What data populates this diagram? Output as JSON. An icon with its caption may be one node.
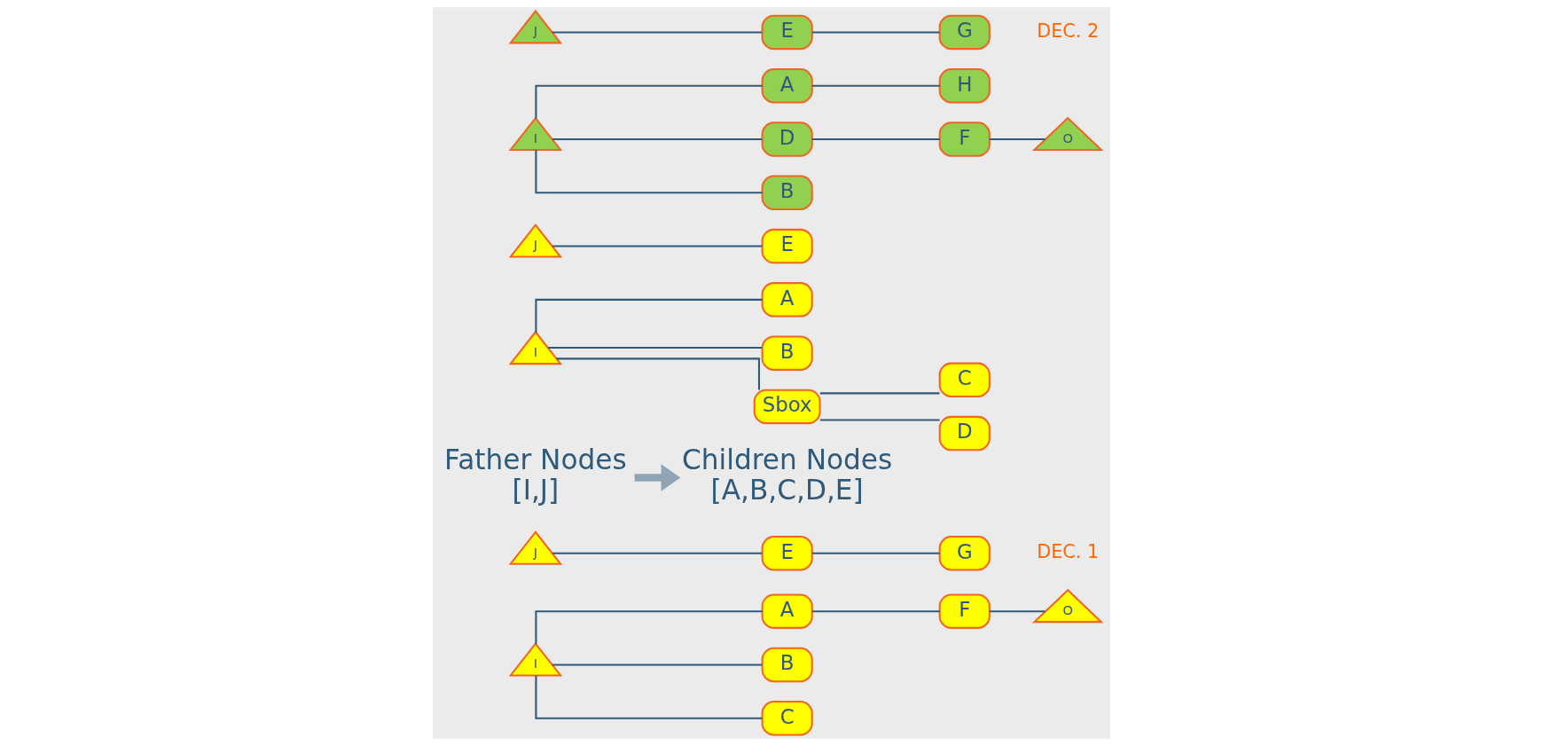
{
  "diagram": {
    "nodes": [
      {
        "text": [
          "I"
        ]
      },
      {
        "text": [
          "A"
        ]
      },
      {
        "text": [
          "F"
        ]
      },
      {
        "text": [
          "O"
        ]
      },
      {
        "text": [
          "B"
        ]
      },
      {
        "text": [
          "C"
        ]
      },
      {
        "text": [
          "J"
        ]
      },
      {
        "text": [
          "E"
        ]
      },
      {
        "text": [
          "G"
        ]
      },
      {
        "text": [
          "Father Nodes",
          "[I,J]"
        ]
      },
      {
        "text": [
          "Children Nodes",
          "[A,B,C,D,E]"
        ]
      },
      {
        "text": [
          "I"
        ]
      },
      {
        "text": [
          "A"
        ]
      },
      {
        "text": [
          "B"
        ]
      },
      {
        "text": [
          "Sbox"
        ]
      },
      {
        "text": [
          "C"
        ]
      },
      {
        "text": [
          "D"
        ]
      },
      {
        "text": [
          "J"
        ]
      },
      {
        "text": [
          "E"
        ]
      },
      {
        "text": [
          "I"
        ]
      },
      {
        "text": [
          "A"
        ]
      },
      {
        "text": [
          "H"
        ]
      },
      {
        "text": [
          "D"
        ]
      },
      {
        "text": [
          "F"
        ]
      },
      {
        "text": [
          "O"
        ]
      },
      {
        "text": [
          "B"
        ]
      },
      {
        "text": [
          "J"
        ]
      },
      {
        "text": [
          "E"
        ]
      },
      {
        "text": [
          "G"
        ]
      }
    ],
    "edges": [
      {
        "from": 0,
        "to": 1,
        "arrow": "none"
      },
      {
        "from": 1,
        "to": 2,
        "arrow": "none"
      },
      {
        "from": 2,
        "to": 3,
        "arrow": "none"
      },
      {
        "from": 0,
        "to": 4,
        "arrow": "none"
      },
      {
        "from": 0,
        "to": 5,
        "arrow": "none"
      },
      {
        "from": 6,
        "to": 7,
        "arrow": "none"
      },
      {
        "from": 7,
        "to": 8,
        "arrow": "none"
      },
      {
        "from": 9,
        "to": 10,
        "arrow": "to",
        "style": "thick",
        "color": "#8fa5b5"
      },
      {
        "from": 11,
        "to": 12,
        "arrow": "none"
      },
      {
        "from": 11,
        "to": 13,
        "arrow": "none"
      },
      {
        "from": 11,
        "to": 14,
        "arrow": "none"
      },
      {
        "from": 14,
        "to": 15,
        "arrow": "none"
      },
      {
        "from": 14,
        "to": 16,
        "arrow": "none"
      },
      {
        "from": 17,
        "to": 18,
        "arrow": "none"
      },
      {
        "from": 19,
        "to": 20,
        "arrow": "none"
      },
      {
        "from": 20,
        "to": 21,
        "arrow": "none"
      },
      {
        "from": 19,
        "to": 22,
        "arrow": "none"
      },
      {
        "from": 22,
        "to": 23,
        "arrow": "none"
      },
      {
        "from": 23,
        "to": 24,
        "arrow": "none"
      },
      {
        "from": 19,
        "to": 25,
        "arrow": "none"
      },
      {
        "from": 26,
        "to": 27,
        "arrow": "none"
      },
      {
        "from": 27,
        "to": 28,
        "arrow": "none"
      }
    ],
    "labels": [
      "DEC. 1",
      "DEC. 2"
    ]
  }
}
